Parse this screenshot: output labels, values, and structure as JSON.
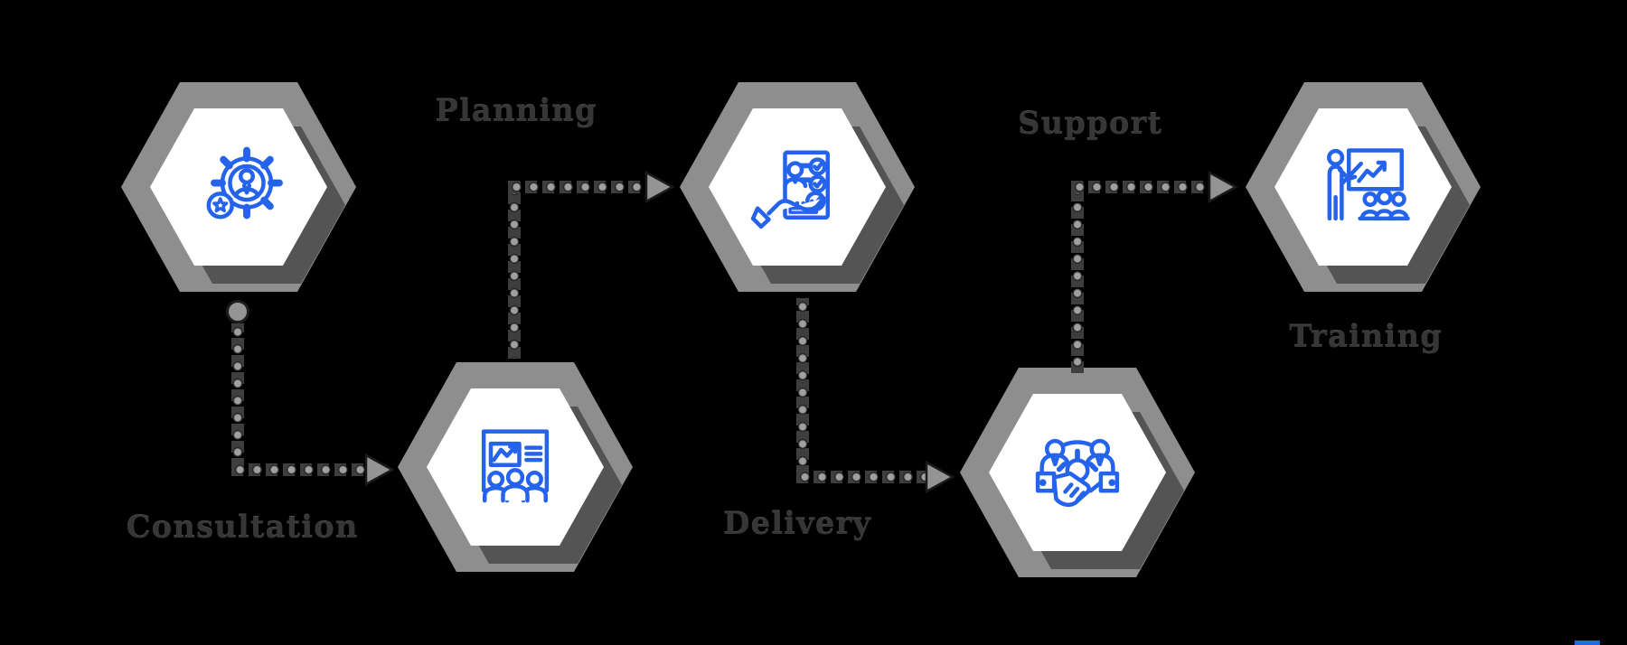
{
  "diagram": {
    "background_color": "#000000",
    "icon_color": "#2563eb",
    "hex_outer_color": "#8e8e8e",
    "hex_shadow_color": "#545454",
    "hex_inner_color": "#ffffff",
    "connector_dot_color": "#9f9f9f",
    "arrowhead_color": "#949494",
    "label_color": "#363636",
    "corner_accent_color": "#2366e8",
    "steps": [
      {
        "label": "Consultation",
        "icon": "consultation-gear-user-icon"
      },
      {
        "label": "Planning",
        "icon": "planning-presentation-chart-icon"
      },
      {
        "label": "Delivery",
        "icon": "delivery-checklist-hand-icon"
      },
      {
        "label": "Support",
        "icon": "support-handshake-icon"
      },
      {
        "label": "Training",
        "icon": "training-whiteboard-icon"
      }
    ]
  }
}
